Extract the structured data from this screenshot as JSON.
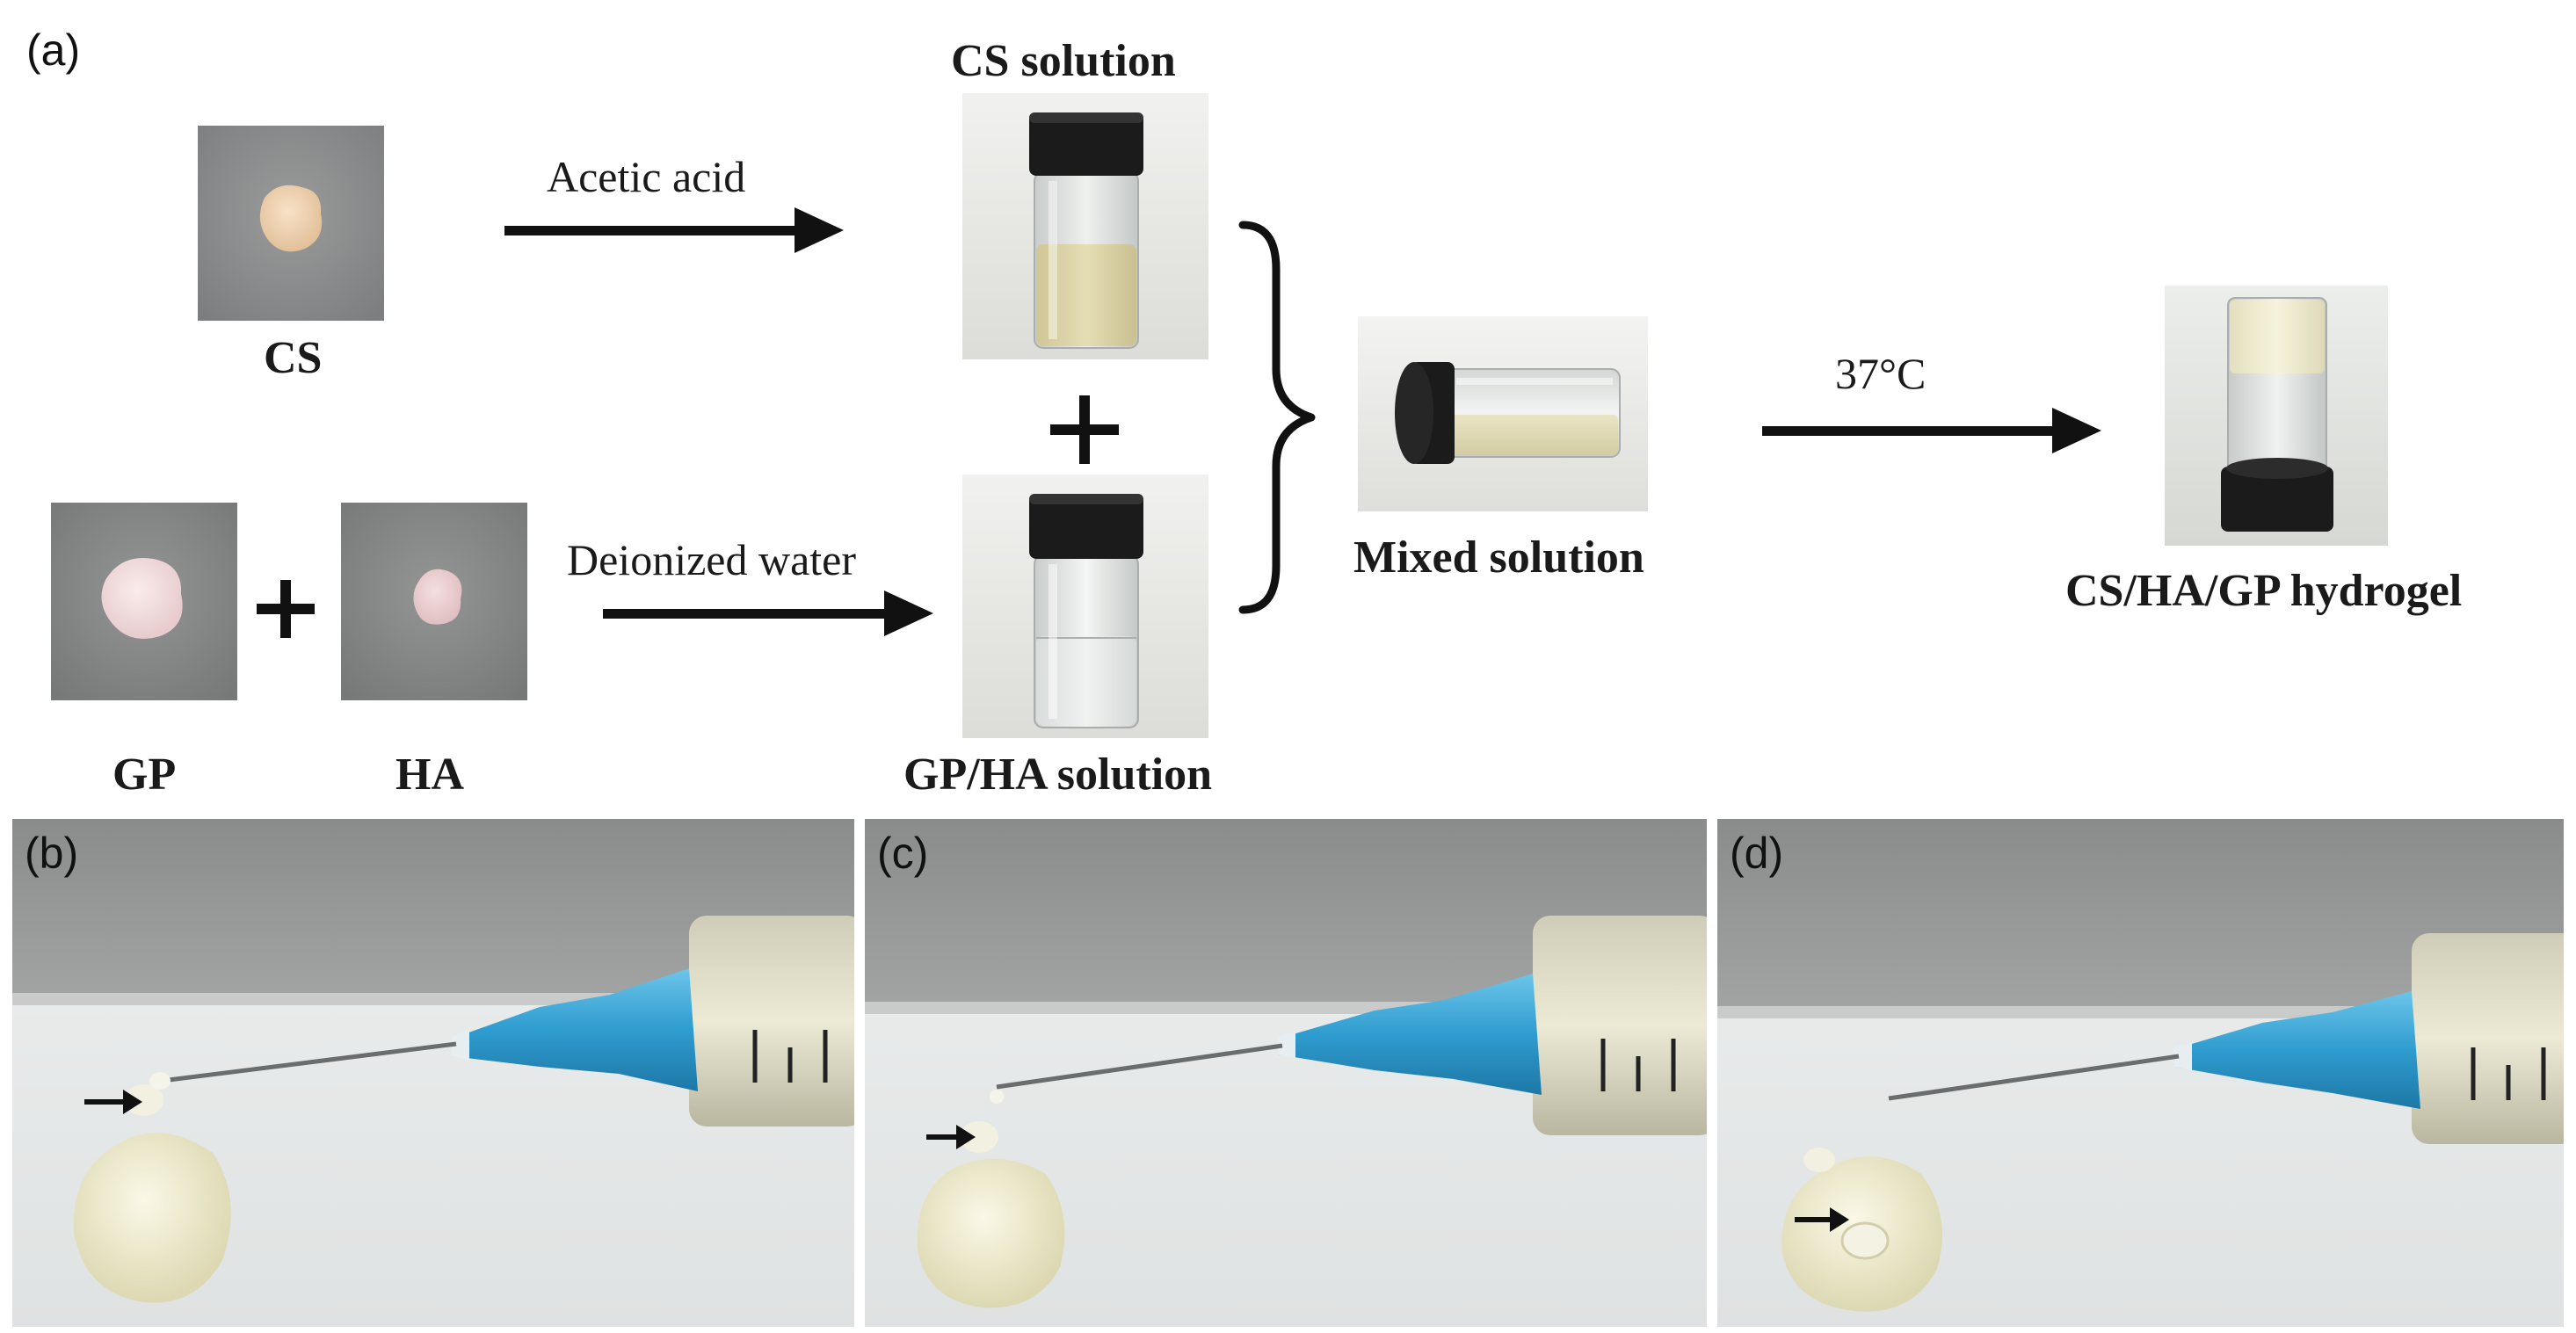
{
  "panel_a": {
    "letter": "(a)",
    "materials": {
      "cs": "CS",
      "gp": "GP",
      "ha": "HA"
    },
    "steps": {
      "acetic_acid": "Acetic acid",
      "deionized_water": "Deionized water",
      "temperature": "37°C"
    },
    "solutions": {
      "cs_solution": "CS solution",
      "gp_ha_solution": "GP/HA solution",
      "mixed_solution": "Mixed solution",
      "hydrogel": "CS/HA/GP hydrogel"
    },
    "plus_sign": "+"
  },
  "panel_b": {
    "letter": "(b)"
  },
  "panel_c": {
    "letter": "(c)"
  },
  "panel_d": {
    "letter": "(d)"
  },
  "colors": {
    "arrow": "#111111",
    "syringe_hub": "#3aa6d6",
    "gel": "#ece8c6",
    "background_gray": "#8f9090",
    "cap": "#1b1b1b"
  }
}
